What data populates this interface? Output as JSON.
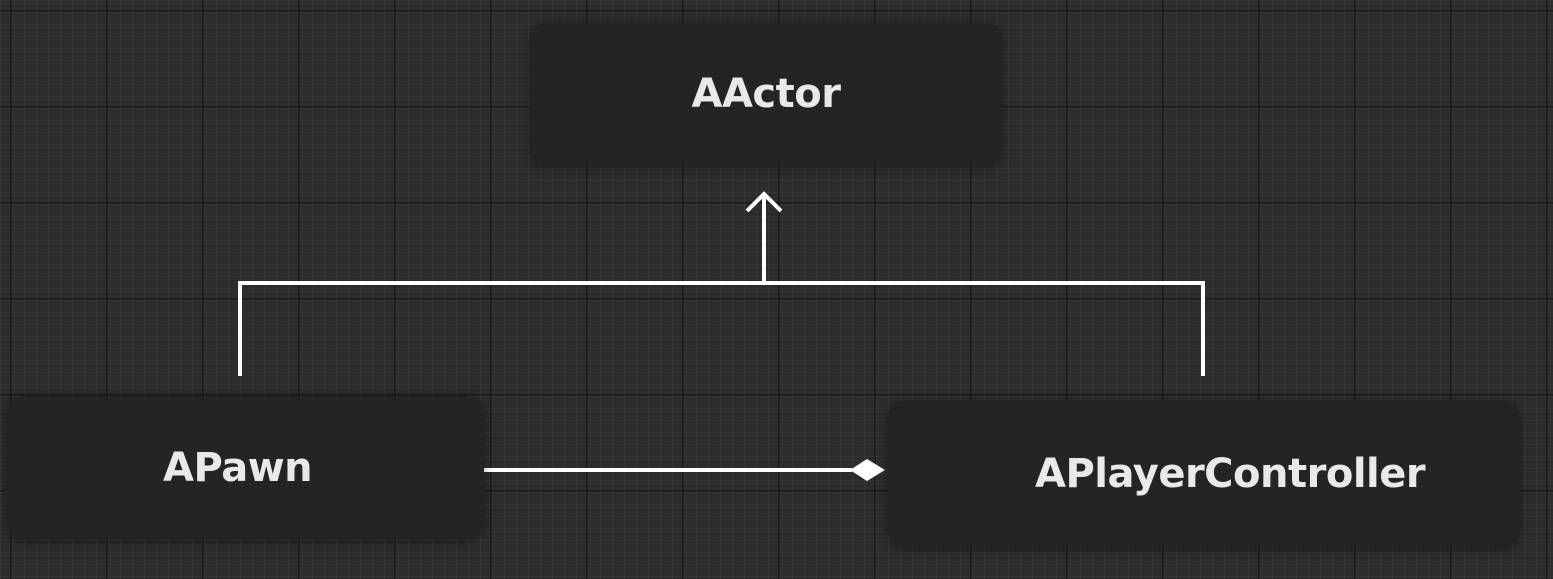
{
  "diagram": {
    "nodes": {
      "aactor": {
        "label": "AActor"
      },
      "apawn": {
        "label": "APawn"
      },
      "aplayercontroller": {
        "label": "APlayerController"
      }
    },
    "edges": [
      {
        "from": "apawn",
        "to": "aactor",
        "kind": "inheritance"
      },
      {
        "from": "aplayercontroller",
        "to": "aactor",
        "kind": "inheritance"
      },
      {
        "from": "apawn",
        "to": "aplayercontroller",
        "kind": "aggregation"
      }
    ],
    "colors": {
      "background": "#2c2c2c",
      "node_fill": "#242424",
      "label_text": "#e9e9e9",
      "connector": "#ffffff"
    }
  }
}
